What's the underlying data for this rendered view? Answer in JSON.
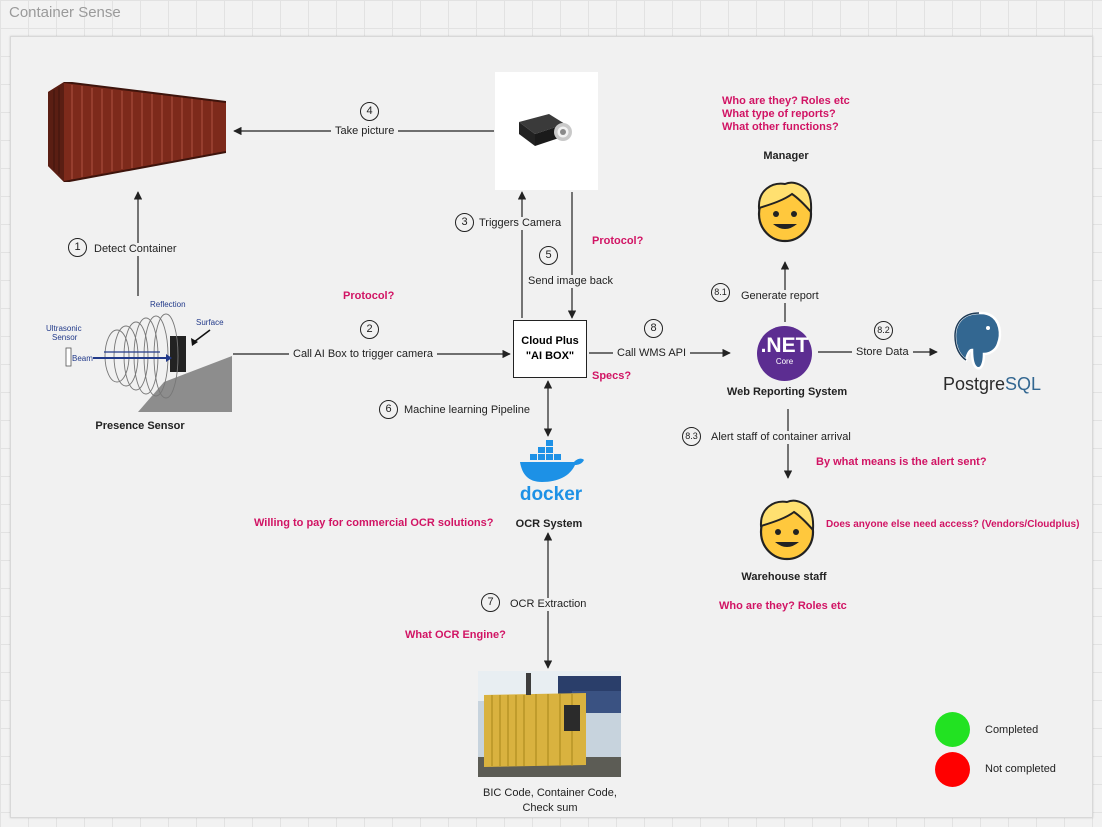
{
  "board": {
    "title": "Container Sense"
  },
  "nodes": {
    "presence_sensor": {
      "label": "Presence Sensor",
      "diagram_labels": {
        "reflection": "Reflection",
        "ultrasonic": "Ultrasonic\nSensor",
        "surface": "Surface",
        "beam": "Beam"
      }
    },
    "ai_box": {
      "line1": "Cloud Plus",
      "line2": "\"AI BOX\""
    },
    "ocr_system": {
      "label": "OCR System",
      "logo_text": "docker"
    },
    "web_reporting": {
      "label": "Web Reporting System",
      "logo_main": ".NET",
      "logo_sub": "Core"
    },
    "manager": {
      "label": "Manager"
    },
    "warehouse_staff": {
      "label": "Warehouse staff"
    },
    "postgres": {
      "logo_text_a": "Postgre",
      "logo_text_b": "SQL"
    },
    "ocr_output": {
      "line1": "BIC Code, Container Code,",
      "line2": "Check sum"
    }
  },
  "steps": [
    {
      "num": "1",
      "label": "Detect Container"
    },
    {
      "num": "2",
      "label": "Call AI Box to trigger camera"
    },
    {
      "num": "3",
      "label": "Triggers Camera"
    },
    {
      "num": "4",
      "label": "Take picture"
    },
    {
      "num": "5",
      "label": "Send image back"
    },
    {
      "num": "6",
      "label": "Machine learning Pipeline"
    },
    {
      "num": "7",
      "label": "OCR Extraction"
    },
    {
      "num": "8",
      "label": "Call WMS API"
    },
    {
      "num": "8.1",
      "label": "Generate report"
    },
    {
      "num": "8.2",
      "label": "Store Data"
    },
    {
      "num": "8.3",
      "label": "Alert staff of container arrival"
    }
  ],
  "questions": {
    "manager": [
      "Who are they? Roles etc",
      "What type of reports?",
      "What other functions?"
    ],
    "protocol_camera": "Protocol?",
    "protocol_sensor": "Protocol?",
    "specs": "Specs?",
    "alert_means": "By what means is the alert sent?",
    "access": "Does anyone else need access? (Vendors/Cloudplus)",
    "staff_roles": "Who are they? Roles etc",
    "commercial_ocr": "Willing to pay for commercial OCR solutions?",
    "ocr_engine": "What OCR Engine?"
  },
  "legend": [
    {
      "label": "Completed",
      "color": "#22e222"
    },
    {
      "label": "Not completed",
      "color": "#ff0000"
    }
  ],
  "colors": {
    "question": "#d11464",
    "net_purple": "#5c2d91",
    "docker_blue": "#1d91e6",
    "container_red": "#8a2f1f"
  }
}
